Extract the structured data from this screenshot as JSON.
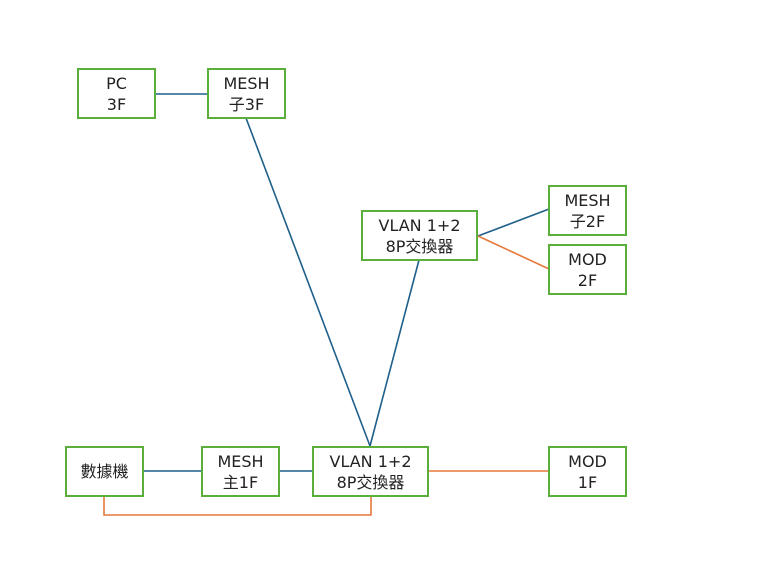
{
  "colors": {
    "node_border": "#5aae3c",
    "link_blue": "#1f5f8b",
    "link_orange": "#e6793a",
    "text": "#222222"
  },
  "nodes": {
    "pc_3f": {
      "line1": "PC",
      "line2": "3F"
    },
    "mesh_3f": {
      "line1": "MESH",
      "line2": "子3F"
    },
    "switch_2f": {
      "line1": "VLAN 1+2",
      "line2": "8P交換器"
    },
    "mesh_2f": {
      "line1": "MESH",
      "line2": "子2F"
    },
    "mod_2f": {
      "line1": "MOD",
      "line2": "2F"
    },
    "modem": {
      "line1": "數據機"
    },
    "mesh_1f": {
      "line1": "MESH",
      "line2": "主1F"
    },
    "switch_1f": {
      "line1": "VLAN 1+2",
      "line2": "8P交換器"
    },
    "mod_1f": {
      "line1": "MOD",
      "line2": "1F"
    }
  }
}
